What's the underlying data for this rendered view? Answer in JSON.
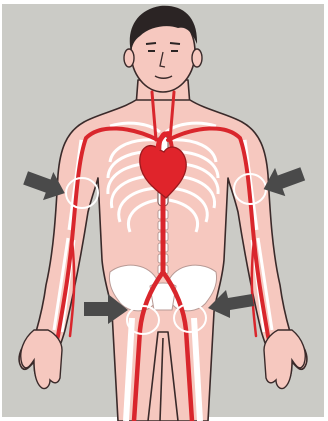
{
  "figure": {
    "subject": "pulse-points-illustration",
    "background_color": "#cbcbc6",
    "skin_color": "#f6c8bf",
    "skin_outline_color": "#3a2a2a",
    "artery_color": "#d9262c",
    "heart_color": "#e0242b",
    "hair_color": "#2b2424",
    "arrow_color": "#4a4a4a",
    "bone_color": "#ffffff",
    "marker_ring_color": "#ffffff"
  },
  "pulse_points": [
    {
      "name": "brachial-left",
      "arrow": "points-right"
    },
    {
      "name": "brachial-right",
      "arrow": "points-left"
    },
    {
      "name": "femoral-left",
      "arrow": "points-right"
    },
    {
      "name": "femoral-right",
      "arrow": "points-left"
    }
  ]
}
